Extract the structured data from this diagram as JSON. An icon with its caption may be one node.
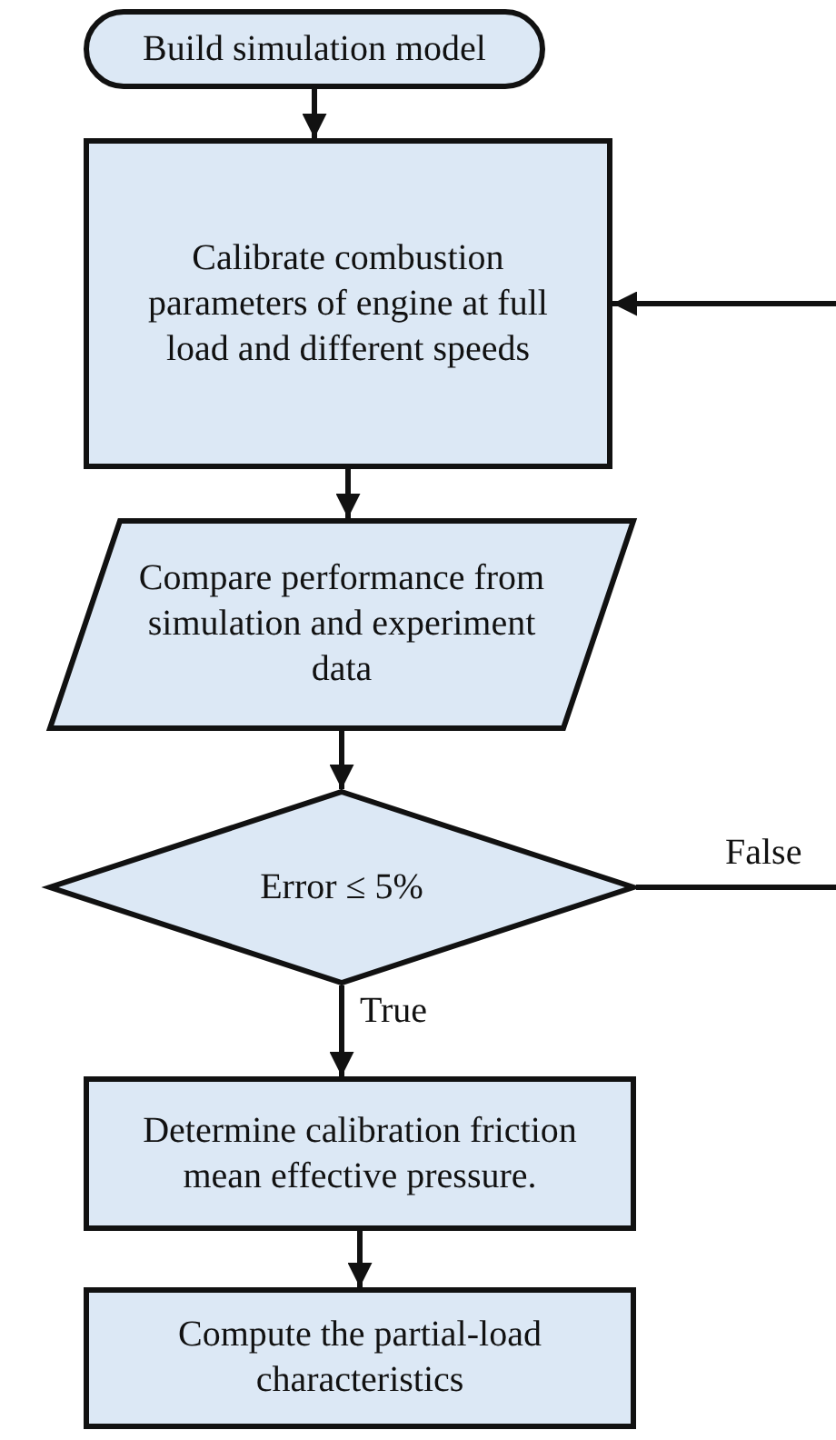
{
  "diagram": {
    "nodes": [
      {
        "text": [
          "Build simulation model"
        ]
      },
      {
        "text": [
          "Calibrate combustion parameters of engine at full load and different speeds"
        ]
      },
      {
        "text": [
          "Compare performance from simulation and experiment data"
        ]
      },
      {
        "text": [
          "Error ≤  5%"
        ]
      },
      {
        "text": [
          "Determine calibration friction mean effective pressure."
        ]
      },
      {
        "text": [
          "Compute the partial-load characteristics"
        ]
      }
    ],
    "edges": [
      {
        "from": 0,
        "to": 1,
        "arrow": "to"
      },
      {
        "from": 1,
        "to": 2,
        "arrow": "to"
      },
      {
        "from": 2,
        "to": 3,
        "arrow": "to"
      },
      {
        "from": 3,
        "to": 4,
        "arrow": "to",
        "label": "True"
      },
      {
        "from": 4,
        "to": 5,
        "arrow": "to"
      },
      {
        "from": 3,
        "to": null,
        "arrow": "none",
        "label": "False"
      },
      {
        "from": null,
        "to": 1,
        "arrow": "to"
      }
    ]
  }
}
